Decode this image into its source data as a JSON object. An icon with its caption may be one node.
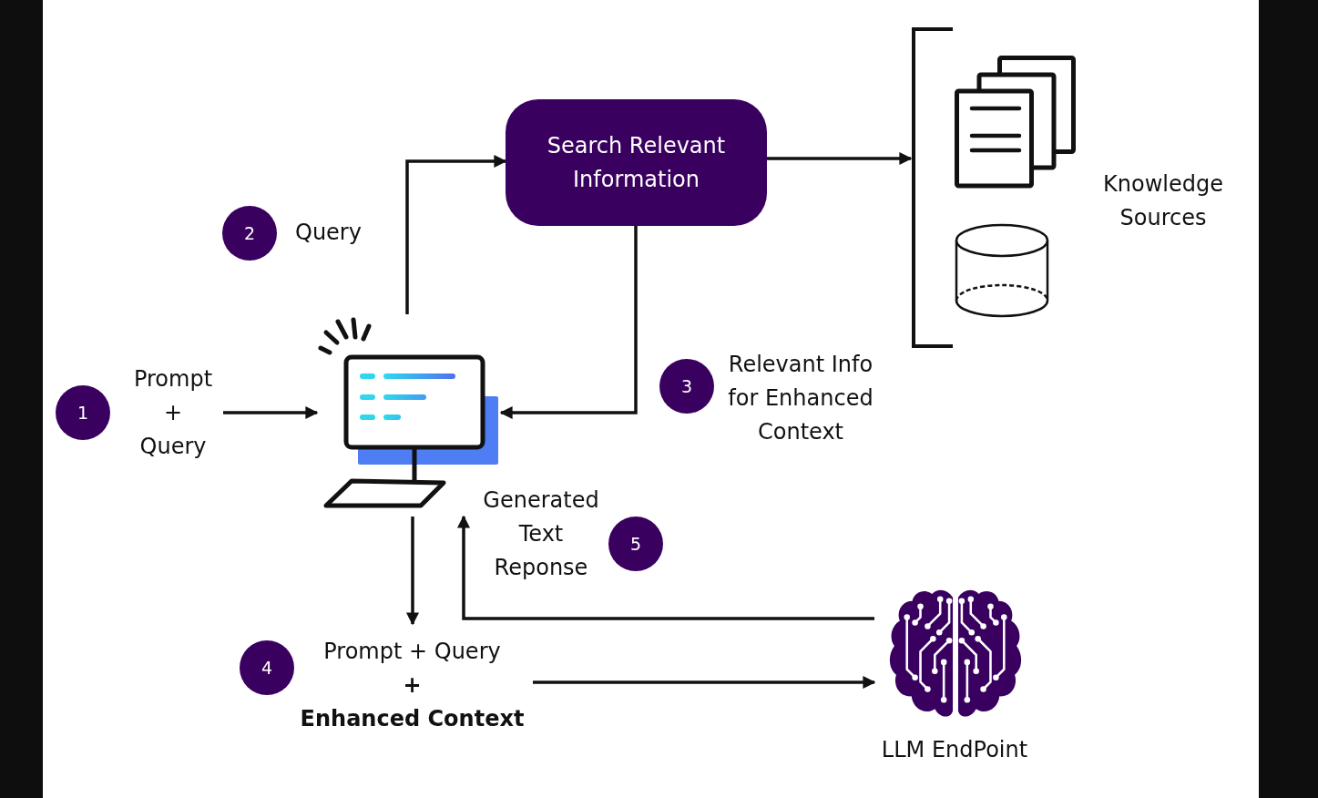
{
  "diagram": {
    "nodes": [
      {
        "text": [
          "Search Relevant Information"
        ]
      },
      {
        "text": [
          "Knowledge Sources"
        ]
      },
      {
        "text": [],
        "shape": "picture",
        "in": 1
      },
      {
        "text": [],
        "shape": "cylinder",
        "in": 1
      },
      {
        "text": [
          "2"
        ],
        "beside": [
          "Query"
        ]
      },
      {
        "text": [
          "1"
        ]
      },
      {
        "text": [
          "Prompt + Query"
        ]
      },
      {
        "text": [],
        "shape": "picture"
      },
      {
        "text": [
          "3"
        ],
        "beside": [
          "Relevant Info for Enhanced Context"
        ]
      },
      {
        "text": [
          "5"
        ],
        "beside": [
          "Generated Text Reponse"
        ]
      },
      {
        "text": [
          "4"
        ]
      },
      {
        "text": [
          "Prompt + Query",
          "+",
          "Enhanced Context"
        ]
      },
      {
        "text": [],
        "shape": "picture",
        "beside": [
          "LLM EndPoint"
        ]
      }
    ],
    "edges": [
      {
        "from": 6,
        "to": 7,
        "arrow": "to"
      },
      {
        "from": 7,
        "to": 0,
        "arrow": "to"
      },
      {
        "from": 0,
        "to": 1,
        "arrow": "to"
      },
      {
        "from": 0,
        "to": 7,
        "arrow": "to"
      },
      {
        "from": 7,
        "to": 11,
        "arrow": "to"
      },
      {
        "from": 11,
        "to": 12,
        "arrow": "to"
      },
      {
        "from": 12,
        "to": 7,
        "arrow": "to"
      }
    ]
  }
}
